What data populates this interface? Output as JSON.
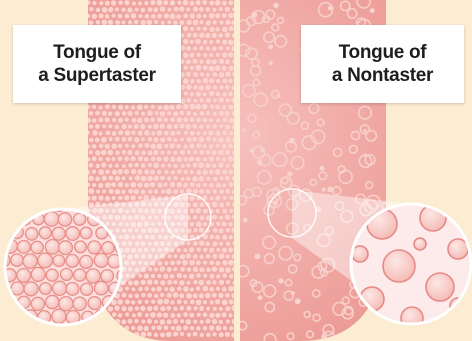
{
  "labels": {
    "supertaster": {
      "line1": "Tongue of",
      "line2": "a Supertaster"
    },
    "nontaster": {
      "line1": "Tongue of",
      "line2": "a Nontaster"
    }
  },
  "colors": {
    "background": "#fbecd2",
    "tongue": "#f2a6a2",
    "papillae": "#fbd7d3",
    "papillae_outline": "#e58a86",
    "lens_fill": "#fdeaea",
    "divider": "#fbecd2"
  }
}
